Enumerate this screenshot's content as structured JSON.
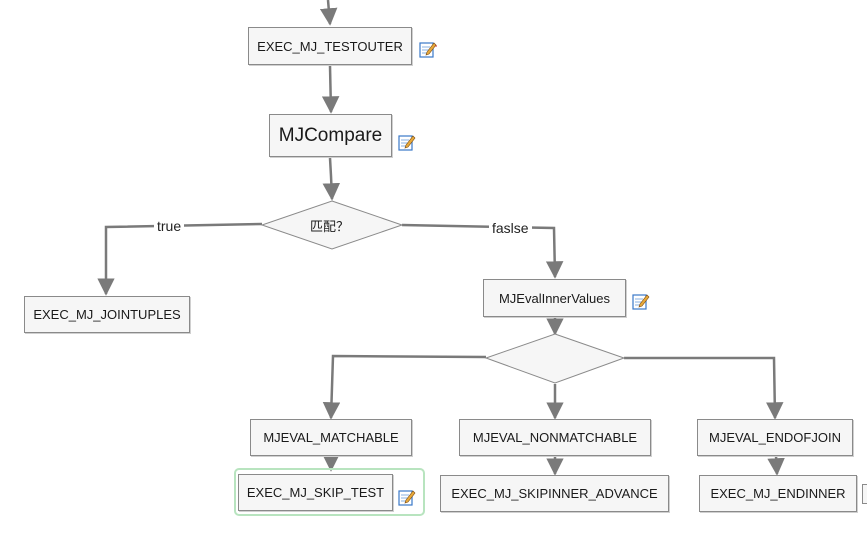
{
  "nodes": {
    "exec_mj_testouter": "EXEC_MJ_TESTOUTER",
    "mjcompare": "MJCompare",
    "match_decision": "匹配？",
    "exec_mj_jointuples": "EXEC_MJ_JOINTUPLES",
    "mjevalinnervalues": "MJEvalInnerValues",
    "mjeval_matchable": "MJEVAL_MATCHABLE",
    "mjeval_nonmatchable": "MJEVAL_NONMATCHABLE",
    "mjeval_endofjoin": "MJEVAL_ENDOFJOIN",
    "exec_mj_skip_test": "EXEC_MJ_SKIP_TEST",
    "exec_mj_skipinner_advance": "EXEC_MJ_SKIPINNER_ADVANCE",
    "exec_mj_endinner": "EXEC_MJ_ENDINNER"
  },
  "edge_labels": {
    "true_label": "true",
    "false_label": "faslse"
  },
  "icons": {
    "note": "edit-note-icon"
  },
  "colors": {
    "arrow": "#7a7a7a",
    "node_fill": "#f6f6f6",
    "node_border": "#8a8a8a",
    "selection": "#b8e4bf",
    "icon_blue": "#3a78c9"
  }
}
